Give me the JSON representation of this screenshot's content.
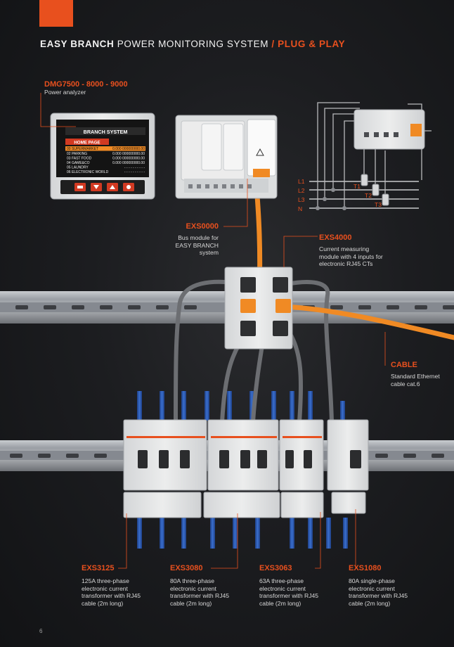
{
  "headline": {
    "part1": "EASY BRANCH",
    "part2": " POWER MONITORING SYSTEM ",
    "part3": "/ PLUG & PLAY"
  },
  "analyzer": {
    "title": "DMG7500 - 8000 - 9000",
    "desc": "Power analyzer",
    "screen": {
      "header": "BRANCH SYSTEM",
      "subheader": "HOME PAGE",
      "rows": [
        "00 SUPERMARKET",
        "02 PARKING",
        "03 FAST FOOD",
        "04 GAME&CO",
        "05 LAUNDRY",
        "06 ELECTRONIC WORLD"
      ],
      "values": [
        "0.000 000000000.00",
        "0.000 000000000.00",
        "0.000 000000000.00",
        "0.000 000000000.00",
        "- - - - - - - - - -",
        "- - - - - - - - - -"
      ]
    }
  },
  "lines": [
    "L1",
    "L2",
    "L3",
    "N"
  ],
  "cts": [
    "T1",
    "T2",
    "T3"
  ],
  "exs0000": {
    "title": "EXS0000",
    "desc": [
      "Bus module for",
      "EASY BRANCH",
      "system"
    ]
  },
  "exs4000": {
    "title": "EXS4000",
    "desc": [
      "Current measuring",
      "module with 4 inputs for",
      "electronic RJ45 CTs"
    ]
  },
  "cable": {
    "title": "CABLE",
    "desc": [
      "Standard Ethernet",
      "cable cat.6"
    ]
  },
  "products": [
    {
      "title": "EXS3125",
      "desc": [
        "125A three-phase",
        "electronic current",
        "transformer with RJ45",
        "cable (2m long)"
      ]
    },
    {
      "title": "EXS3080",
      "desc": [
        "80A three-phase",
        "electronic current",
        "transformer with RJ45",
        "cable (2m long)"
      ]
    },
    {
      "title": "EXS3063",
      "desc": [
        "63A three-phase",
        "electronic current",
        "transformer with RJ45",
        "cable (2m long)"
      ]
    },
    {
      "title": "EXS1080",
      "desc": [
        "80A single-phase",
        "electronic current",
        "transformer with RJ45",
        "cable (2m long)"
      ]
    }
  ],
  "page_number": "6",
  "colors": {
    "accent": "#e8501e",
    "background": "#1c1d20",
    "cable_blue": "#2f5fb5",
    "cable_orange": "#f08a24"
  }
}
